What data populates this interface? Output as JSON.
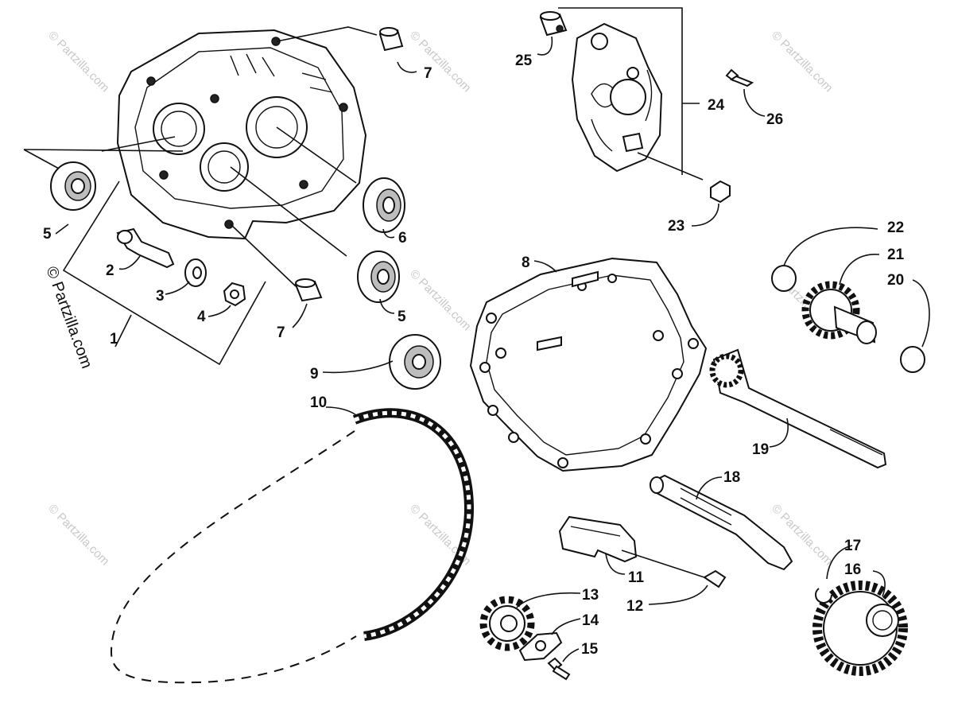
{
  "watermark": {
    "text": "© Partzilla.com",
    "main_text": "© Partzilla.com"
  },
  "callouts": [
    {
      "id": "c1",
      "text": "1"
    },
    {
      "id": "c2",
      "text": "2"
    },
    {
      "id": "c3",
      "text": "3"
    },
    {
      "id": "c4",
      "text": "4"
    },
    {
      "id": "c5a",
      "text": "5"
    },
    {
      "id": "c5b",
      "text": "5"
    },
    {
      "id": "c6",
      "text": "6"
    },
    {
      "id": "c7a",
      "text": "7"
    },
    {
      "id": "c7b",
      "text": "7"
    },
    {
      "id": "c8",
      "text": "8"
    },
    {
      "id": "c9",
      "text": "9"
    },
    {
      "id": "c10",
      "text": "10"
    },
    {
      "id": "c11",
      "text": "11"
    },
    {
      "id": "c12",
      "text": "12"
    },
    {
      "id": "c13",
      "text": "13"
    },
    {
      "id": "c14",
      "text": "14"
    },
    {
      "id": "c15",
      "text": "15"
    },
    {
      "id": "c16",
      "text": "16"
    },
    {
      "id": "c17",
      "text": "17"
    },
    {
      "id": "c18",
      "text": "18"
    },
    {
      "id": "c19",
      "text": "19"
    },
    {
      "id": "c20",
      "text": "20"
    },
    {
      "id": "c21",
      "text": "21"
    },
    {
      "id": "c22",
      "text": "22"
    },
    {
      "id": "c23",
      "text": "23"
    },
    {
      "id": "c24",
      "text": "24"
    },
    {
      "id": "c25",
      "text": "25"
    },
    {
      "id": "c26",
      "text": "26"
    }
  ]
}
